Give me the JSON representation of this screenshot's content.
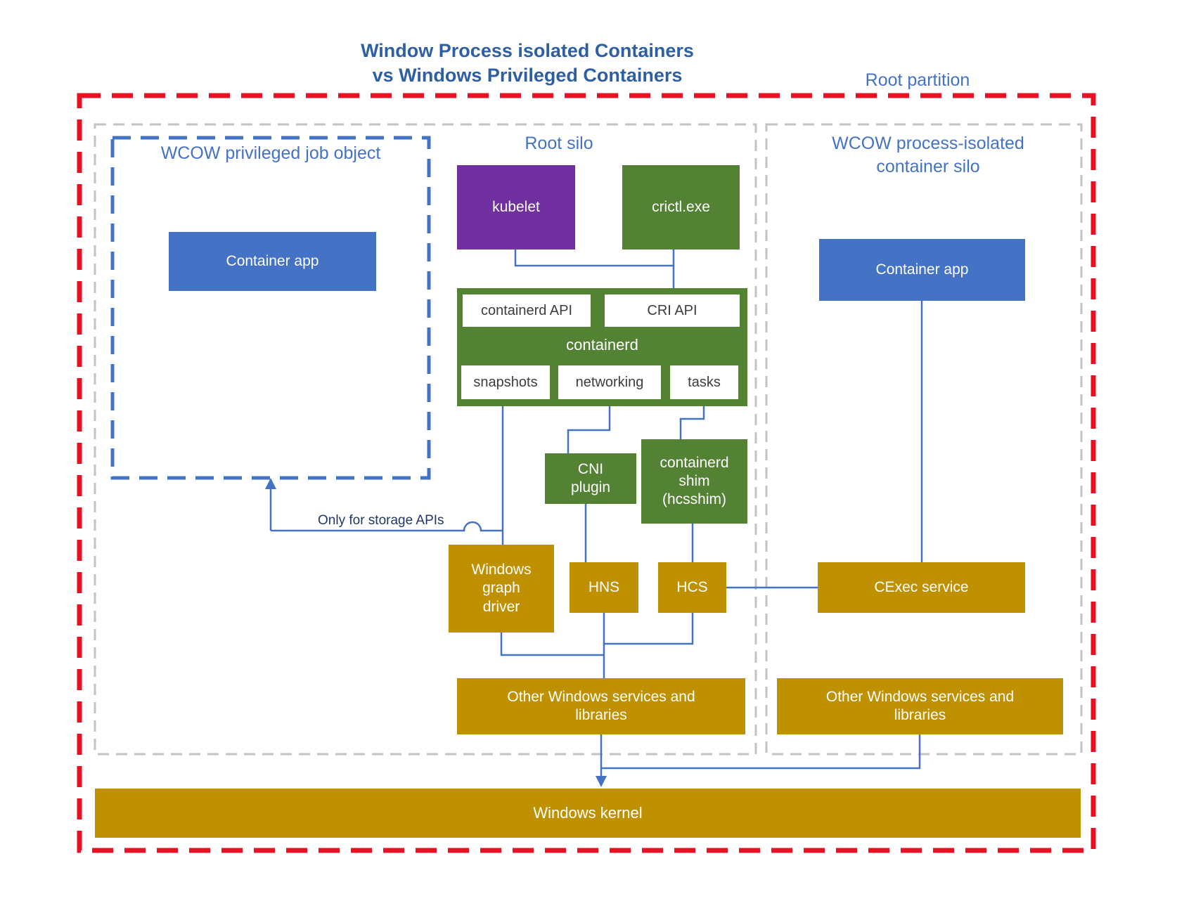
{
  "title": "Window Process isolated Containers\nvs Windows Privileged Containers",
  "labels": {
    "root_partition": "Root partition",
    "root_silo": "Root silo",
    "wcow_privileged_job_object": "WCOW privileged job object",
    "wcow_process_isolated_silo": "WCOW process-isolated\ncontainer silo",
    "only_for_storage_apis": "Only for storage APIs"
  },
  "nodes": {
    "container_app_left": "Container app",
    "kubelet": "kubelet",
    "crictl": "crictl.exe",
    "containerd_api": "containerd API",
    "cri_api": "CRI API",
    "containerd": "containerd",
    "snapshots": "snapshots",
    "networking": "networking",
    "tasks": "tasks",
    "cni_plugin": "CNI\nplugin",
    "containerd_shim": "containerd\nshim\n(hcsshim)",
    "windows_graph_driver": "Windows\ngraph\ndriver",
    "hns": "HNS",
    "hcs": "HCS",
    "cexec_service": "CExec service",
    "other_windows_services_left": "Other Windows services and\nlibraries",
    "container_app_right": "Container app",
    "other_windows_services_right": "Other Windows services and\nlibraries",
    "windows_kernel": "Windows kernel"
  },
  "colors": {
    "app_blue": "#4472C4",
    "kubelet_purple": "#7030A0",
    "containerd_green": "#548235",
    "windows_gold": "#BF9000",
    "connector_blue": "#4472C4",
    "root_partition_red": "#E81123",
    "silo_border_gray": "#C3C3C3",
    "title_blue": "#2E5FA3"
  }
}
